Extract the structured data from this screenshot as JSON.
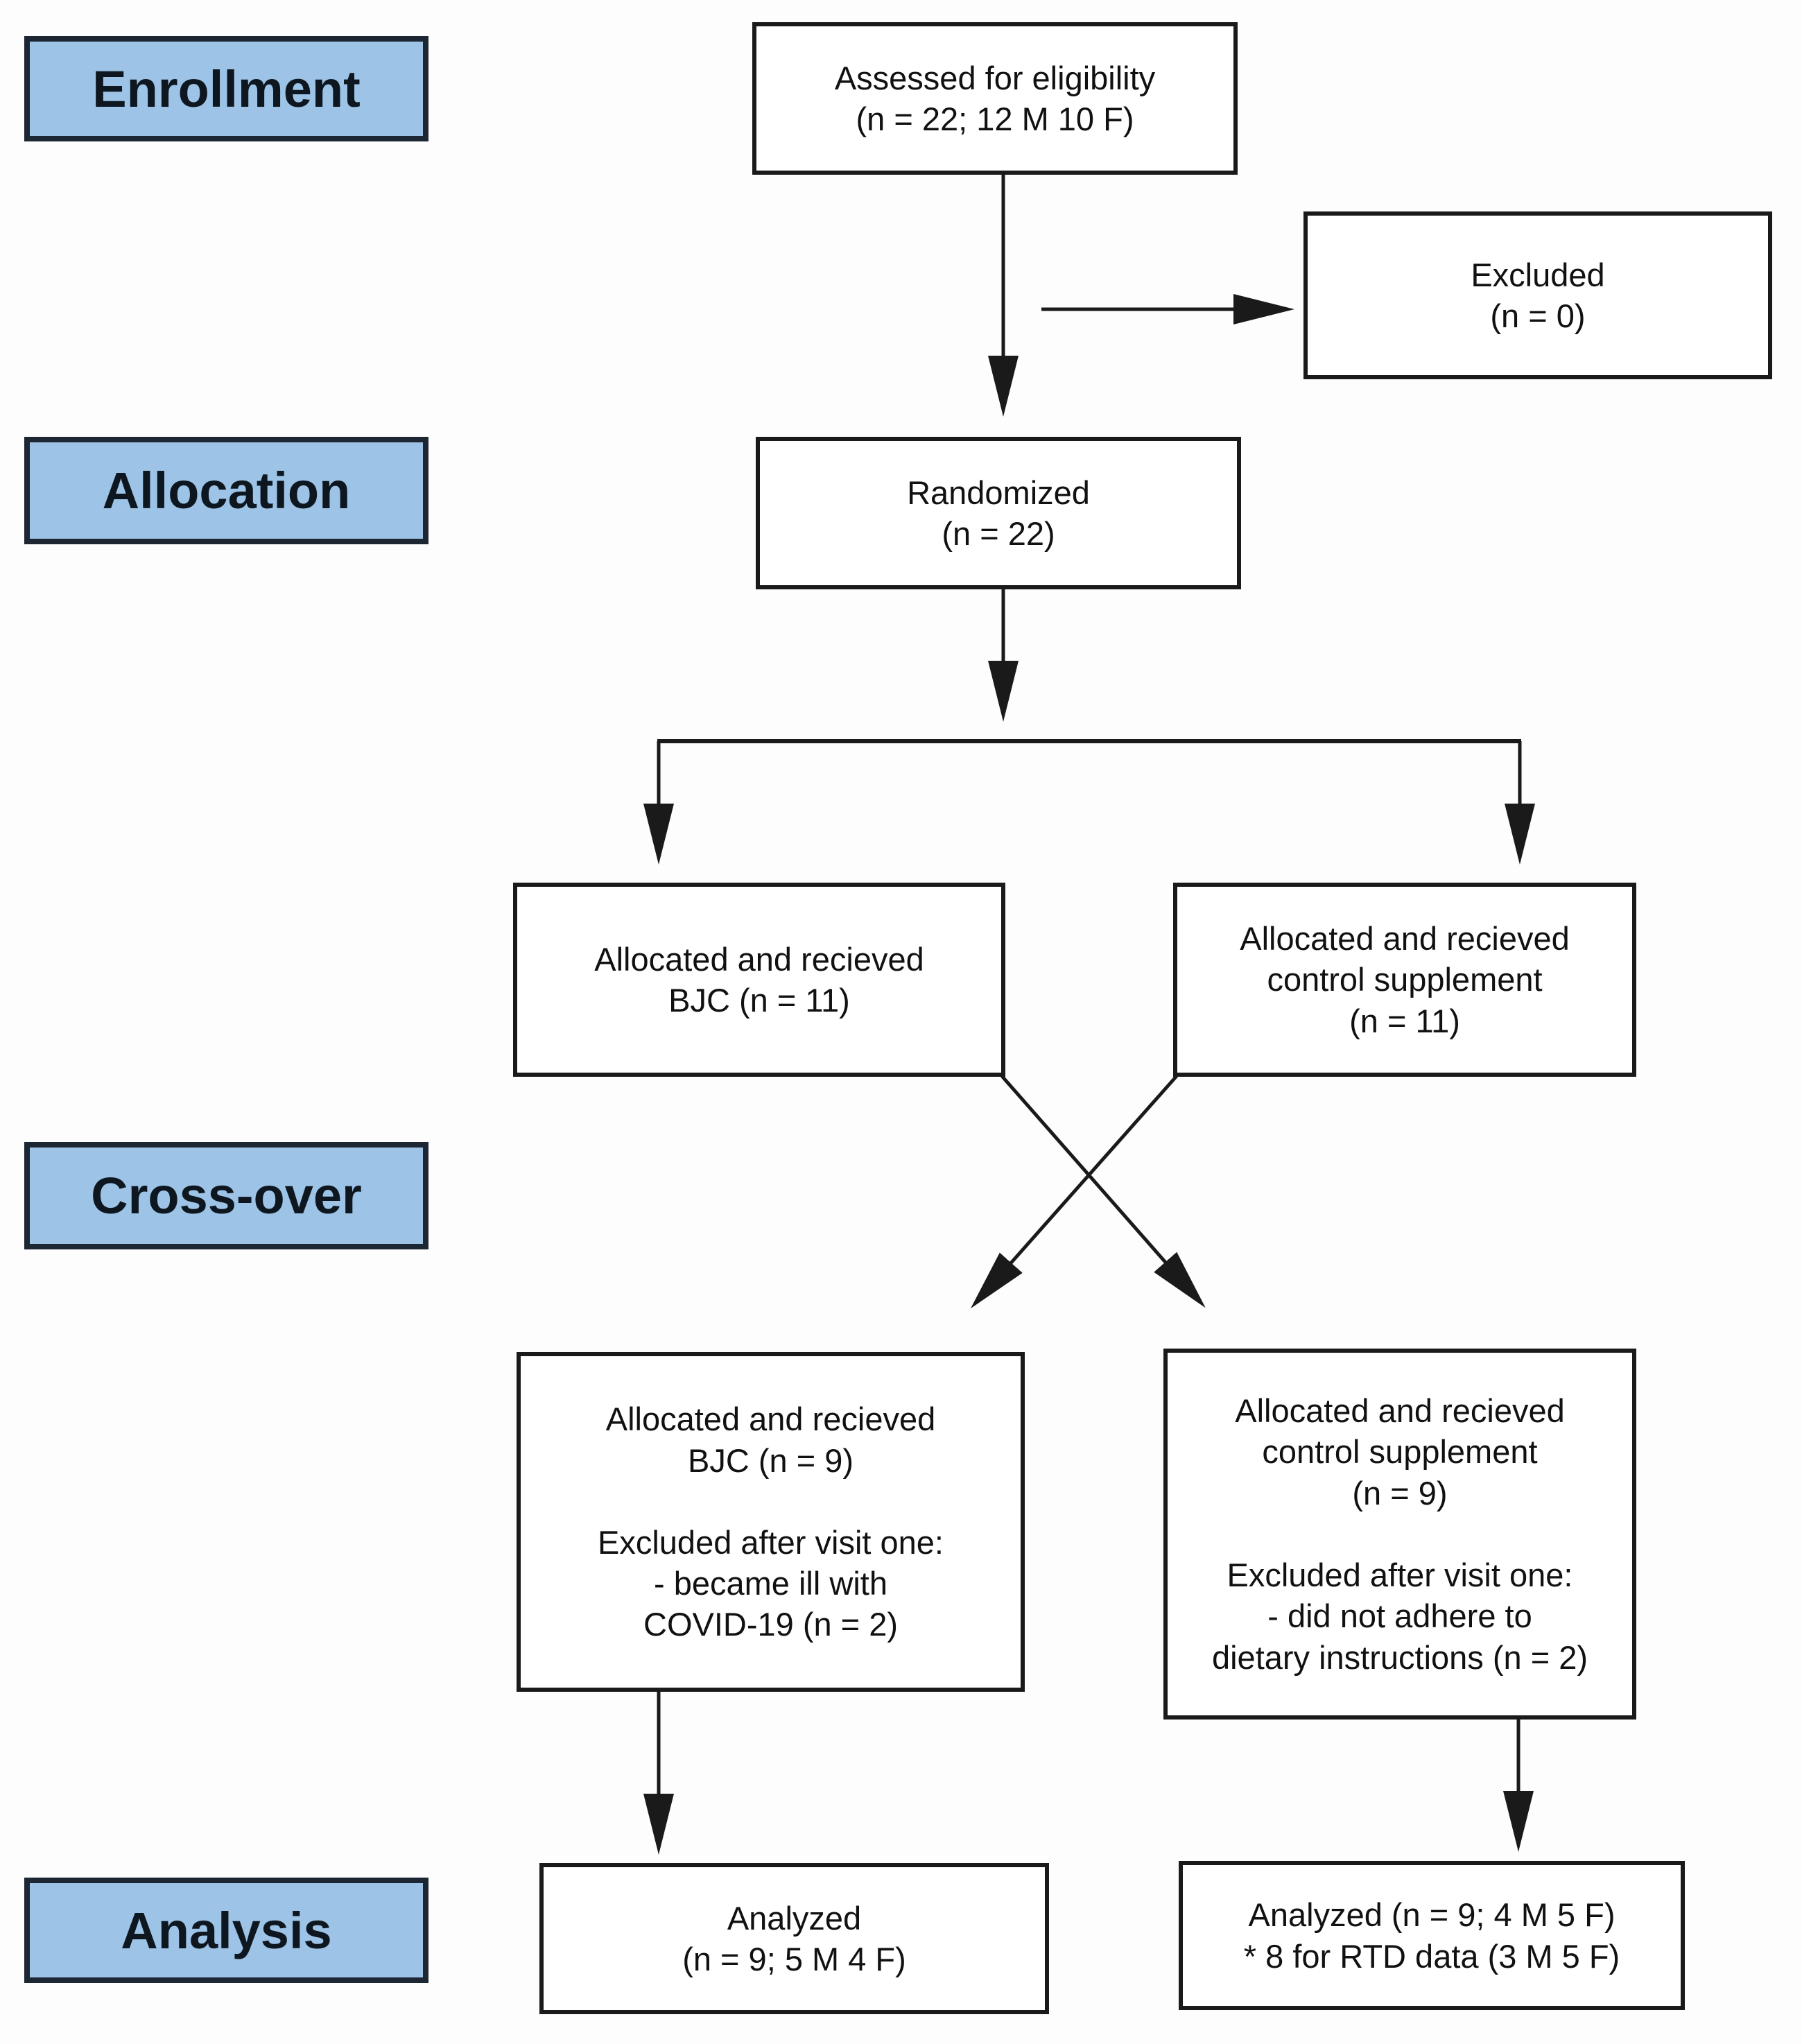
{
  "colors": {
    "page-bg": "#fdfdfd",
    "stage-fill": "#9dc3e6",
    "stage-border": "#1c2733",
    "stage-text": "#0e1720",
    "box-fill": "#ffffff",
    "box-border": "#1a1a1a",
    "box-text": "#111111",
    "arrow": "#1a1a1a"
  },
  "stages": {
    "enrollment": "Enrollment",
    "allocation": "Allocation",
    "crossover": "Cross-over",
    "analysis": "Analysis"
  },
  "nodes": {
    "assessed": {
      "text": [
        "Assessed for eligibility",
        "(n = 22; 12 M 10 F)"
      ]
    },
    "excluded": {
      "text": [
        "Excluded",
        "(n = 0)"
      ]
    },
    "randomized": {
      "text": [
        "Randomized",
        "(n = 22)"
      ]
    },
    "alloc_bjc": {
      "text": [
        "Allocated and recieved",
        "BJC (n = 11)"
      ]
    },
    "alloc_control": {
      "text": [
        "Allocated and recieved",
        "control supplement",
        "(n = 11)"
      ]
    },
    "cross_bjc": {
      "text": [
        "Allocated and recieved",
        "BJC (n = 9)",
        "",
        "Excluded after visit one:",
        "- became ill with",
        "COVID-19 (n = 2)"
      ]
    },
    "cross_control": {
      "text": [
        "Allocated and recieved",
        "control supplement",
        "(n = 9)",
        "",
        "Excluded after visit one:",
        "- did not adhere to",
        "dietary instructions (n = 2)"
      ]
    },
    "analyzed_bjc": {
      "text": [
        "Analyzed",
        "(n = 9; 5 M 4 F)"
      ]
    },
    "analyzed_control": {
      "text": [
        "Analyzed (n = 9; 4 M 5 F)",
        "* 8 for RTD data (3 M 5 F)"
      ]
    }
  }
}
